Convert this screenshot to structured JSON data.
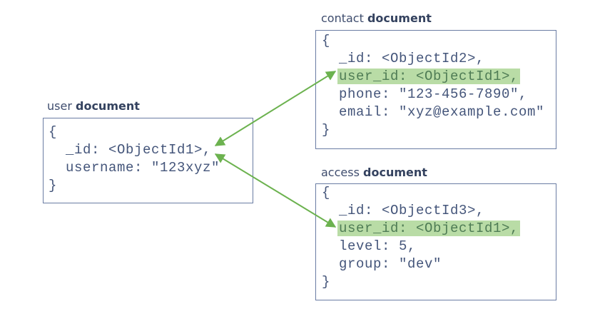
{
  "user": {
    "label_prefix": "user",
    "label_suffix": "document",
    "open": "{",
    "lines": [
      "_id: <ObjectId1>,",
      "username: \"123xyz\""
    ],
    "close": "}"
  },
  "contact": {
    "label_prefix": "contact",
    "label_suffix": "document",
    "open": "{",
    "lines": [
      "_id: <ObjectId2>,",
      "user_id: <ObjectId1>,",
      "phone: \"123-456-7890\",",
      "email: \"xyz@example.com\""
    ],
    "close": "}"
  },
  "access": {
    "label_prefix": "access",
    "label_suffix": "document",
    "open": "{",
    "lines": [
      "_id: <ObjectId3>,",
      "user_id: <ObjectId1>,",
      "level: 5,",
      "group: \"dev\""
    ],
    "close": "}"
  },
  "colors": {
    "arrow": "#6cb24f",
    "highlight": "#b9dca6",
    "border": "#6a7ca3",
    "text": "#44557a"
  }
}
